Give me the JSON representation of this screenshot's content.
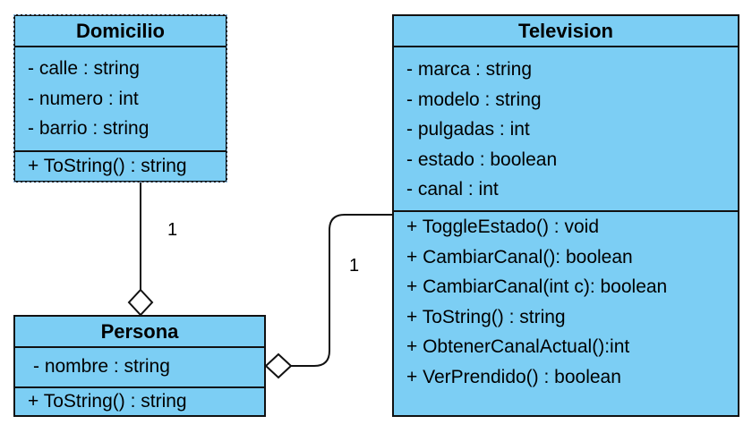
{
  "classes": {
    "domicilio": {
      "name": "Domicilio",
      "attributes": [
        "- calle : string",
        "- numero : int",
        "- barrio : string"
      ],
      "operations": [
        "+ ToString() : string"
      ]
    },
    "television": {
      "name": "Television",
      "attributes": [
        "- marca : string",
        "- modelo : string",
        "- pulgadas : int",
        "- estado : boolean",
        "- canal : int"
      ],
      "operations": [
        "+ ToggleEstado() : void",
        "+ CambiarCanal(): boolean",
        "+ CambiarCanal(int c): boolean",
        "+ ToString() : string",
        "+ ObtenerCanalActual():int",
        "+ VerPrendido() : boolean"
      ]
    },
    "persona": {
      "name": "Persona",
      "attributes": [
        "- nombre : string"
      ],
      "operations": [
        "+ ToString() : string"
      ]
    }
  },
  "associations": [
    {
      "from": "Domicilio",
      "to": "Persona",
      "kind": "aggregation",
      "multiplicity": "1"
    },
    {
      "from": "Television",
      "to": "Persona",
      "kind": "aggregation",
      "multiplicity": "1"
    }
  ],
  "colors": {
    "class_fill": "#7ccef4",
    "border": "#111111",
    "selection_dash": "#8fb7d9"
  }
}
